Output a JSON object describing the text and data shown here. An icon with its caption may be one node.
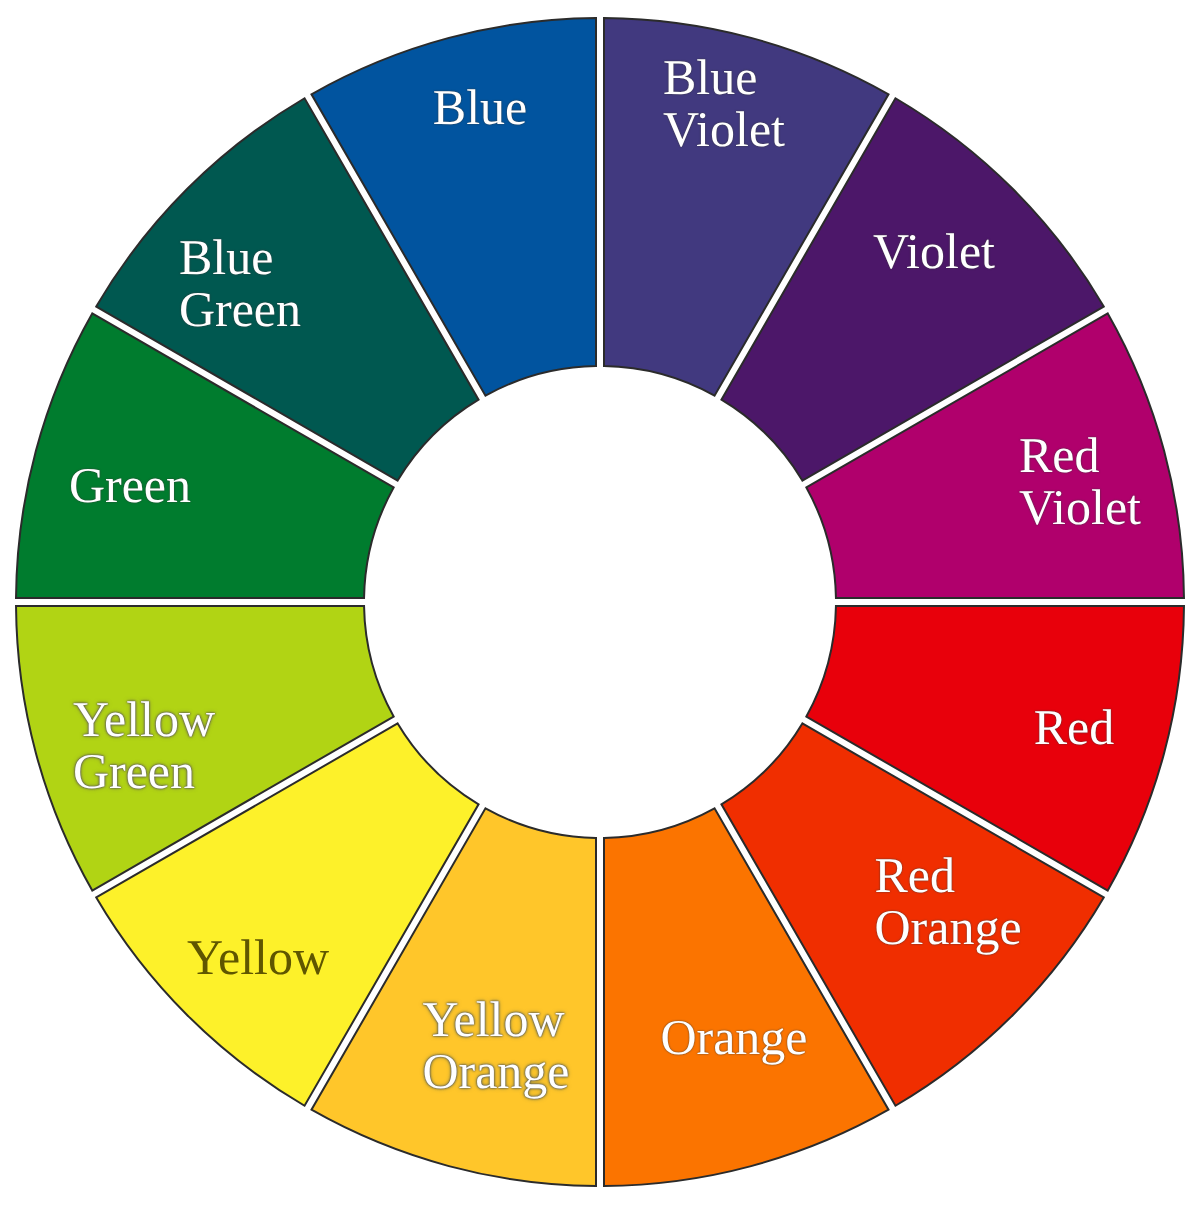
{
  "diagram": {
    "nodes": [
      {
        "text": [
          "Blue"
        ]
      },
      {
        "text": [
          "Blue Violet"
        ]
      },
      {
        "text": [
          "Violet"
        ]
      },
      {
        "text": [
          "Red Violet"
        ]
      },
      {
        "text": [
          "Red"
        ]
      },
      {
        "text": [
          "Red Orange"
        ]
      },
      {
        "text": [
          "Orange"
        ]
      },
      {
        "text": [
          "Yellow Orange"
        ]
      },
      {
        "text": [
          "Yellow"
        ]
      },
      {
        "text": [
          "Yellow Green"
        ]
      },
      {
        "text": [
          "Green"
        ]
      },
      {
        "text": [
          "Blue Green"
        ]
      }
    ]
  }
}
